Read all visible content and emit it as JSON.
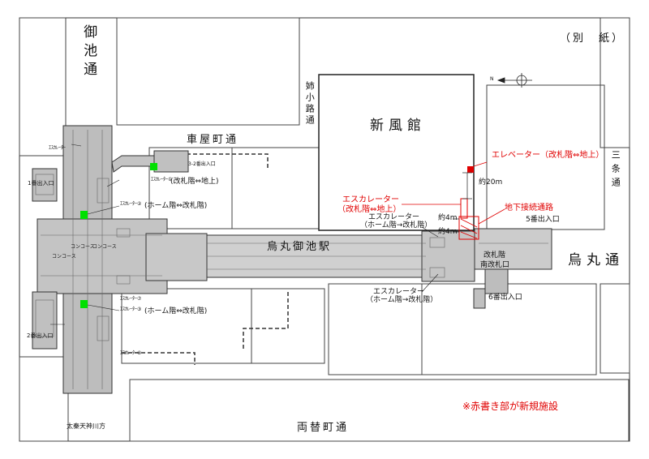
{
  "title_note": "（別　紙）",
  "streets": {
    "oike": "御池通",
    "anekoji": "姉小路通",
    "kurumaya": "車屋町通",
    "sanjo": "三条通",
    "karasuma": "烏丸通",
    "ryogae": "両替町通"
  },
  "building": "新風館",
  "station": "烏丸御池駅",
  "new_facilities": {
    "elevator": "エレベーター（改札階⇔地上）",
    "escalator_line1": "エスカレーター",
    "escalator_line2": "（改札階⇔地上）",
    "underground_passage": "地下接続通路",
    "note": "※赤書き部が新規施設"
  },
  "existing_labels": {
    "escalator_a_line1": "エスカレーター",
    "escalator_a_line2": "（ホーム階→改札階）",
    "escalator_b_line1": "エスカレーター",
    "escalator_b_line2": "（ホーム階→改札階）",
    "esc_upper": "(改札階⇔地上)",
    "esc_platform_upper": "(ホーム階⇔改札階)",
    "esc_platform_lower": "(ホーム階⇔改札階)",
    "gate_floor": "改札階",
    "south_gate": "南改札口",
    "exit5": "5番出入口",
    "exit6": "6番出入口",
    "exit1": "1番出入口",
    "exit2": "2番出入口",
    "exit3_2": "3-2番出入口",
    "concourse_left": "コンコース",
    "concourse_right": "コンコース",
    "concourse_lower": "コンコース",
    "direction": "太秦天神川方",
    "small_esc_labels": [
      "ｴｽｶﾚｰﾀｰ",
      "ｴｽｶﾚｰﾀｰ①",
      "ｴｽｶﾚｰﾀｰ②",
      "ｴｽｶﾚｰﾀｰ③",
      "ｴｽｶﾚｰﾀｰ⑦",
      "ｴｽｶﾚｰﾀｰ⑧"
    ]
  },
  "distances": {
    "d20": "約20m",
    "d4a": "約4m",
    "d4b": "約4m"
  },
  "north_arrow": "N",
  "colors": {
    "new_facility": "#e00000",
    "elevator_existing": "#00e000",
    "station_fill": "#bdbdbd",
    "line": "#222222"
  }
}
